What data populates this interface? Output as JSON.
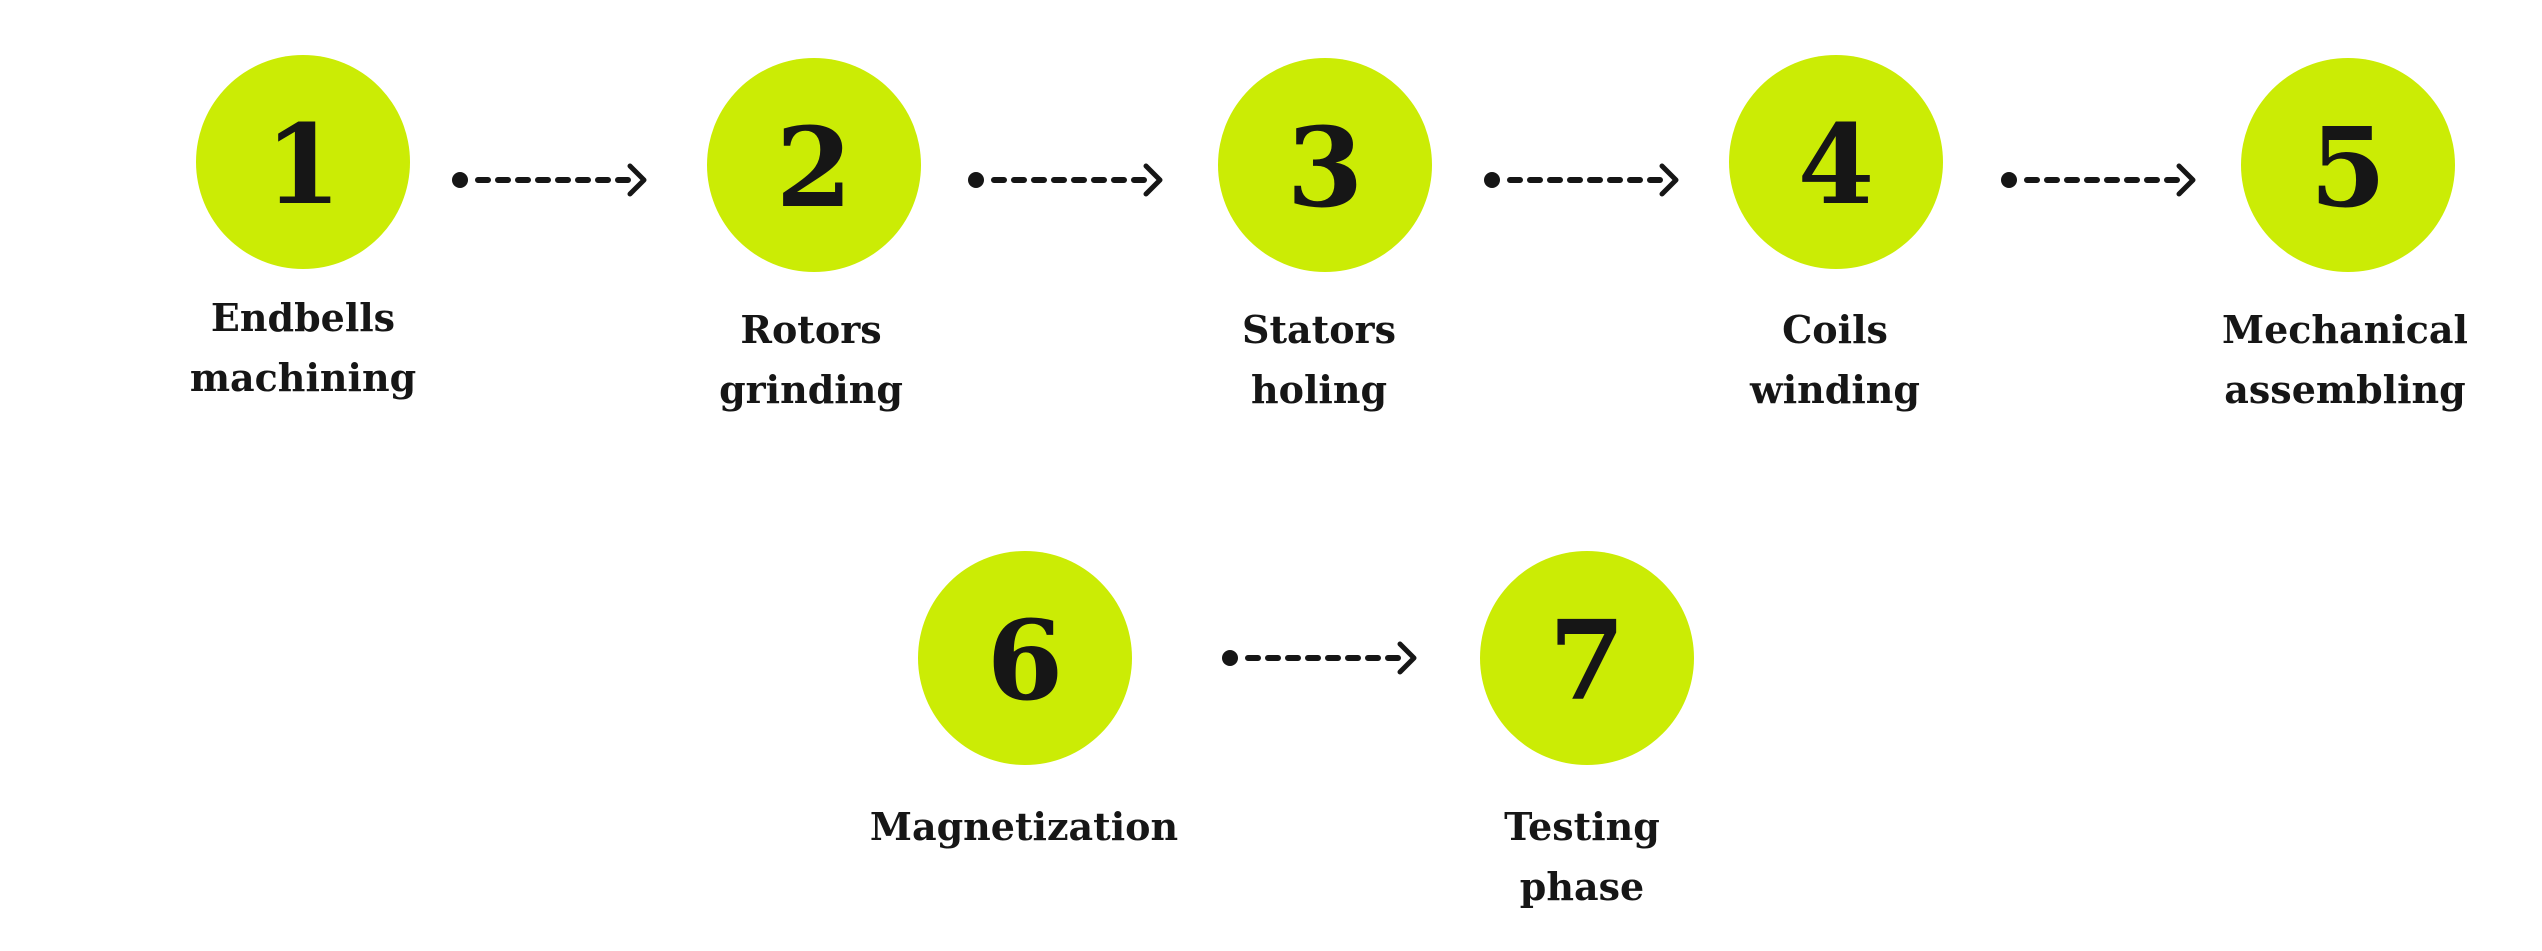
{
  "colors": {
    "circle_fill": "#cbec05",
    "text": "#161616",
    "connector": "#161616",
    "background": "#ffffff"
  },
  "steps": [
    {
      "number": "1",
      "label_lines": [
        "Endbells",
        "machining"
      ]
    },
    {
      "number": "2",
      "label_lines": [
        "Rotors",
        "grinding"
      ]
    },
    {
      "number": "3",
      "label_lines": [
        "Stators",
        "holing"
      ]
    },
    {
      "number": "4",
      "label_lines": [
        "Coils",
        "winding"
      ]
    },
    {
      "number": "5",
      "label_lines": [
        "Mechanical",
        "assembling"
      ]
    },
    {
      "number": "6",
      "label_lines": [
        "Magnetization"
      ]
    },
    {
      "number": "7",
      "label_lines": [
        "Testing",
        "phase"
      ]
    }
  ],
  "connectors": [
    {
      "from": "1",
      "to": "2",
      "icon": "dotted-arrow-icon"
    },
    {
      "from": "2",
      "to": "3",
      "icon": "dotted-arrow-icon"
    },
    {
      "from": "3",
      "to": "4",
      "icon": "dotted-arrow-icon"
    },
    {
      "from": "4",
      "to": "5",
      "icon": "dotted-arrow-icon"
    },
    {
      "from": "6",
      "to": "7",
      "icon": "dotted-arrow-icon"
    }
  ]
}
